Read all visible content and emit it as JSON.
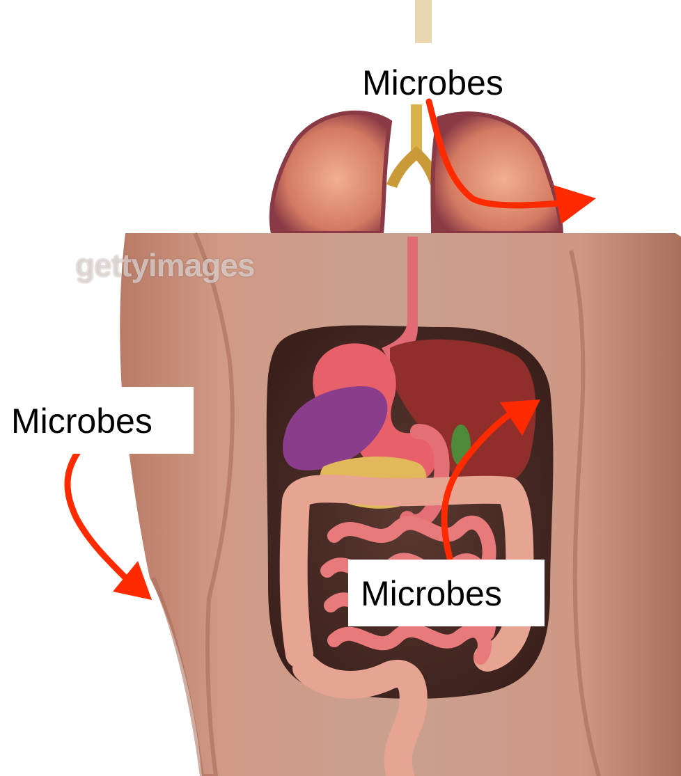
{
  "labels": {
    "lungs": "Microbes",
    "skin": "Microbes",
    "gut": "Microbes"
  },
  "watermark": "gettyimages",
  "colors": {
    "arrow": "#ff2a00",
    "skin": "#c98a74",
    "lung": "#c9685c",
    "trachea": "#d9b24a",
    "stomach": "#e8606a",
    "spleen": "#8a3d8a",
    "liver": "#8f2e2a",
    "pancreas": "#e2b95a",
    "intestine": "#e87a7c",
    "colon": "#e7a493"
  }
}
